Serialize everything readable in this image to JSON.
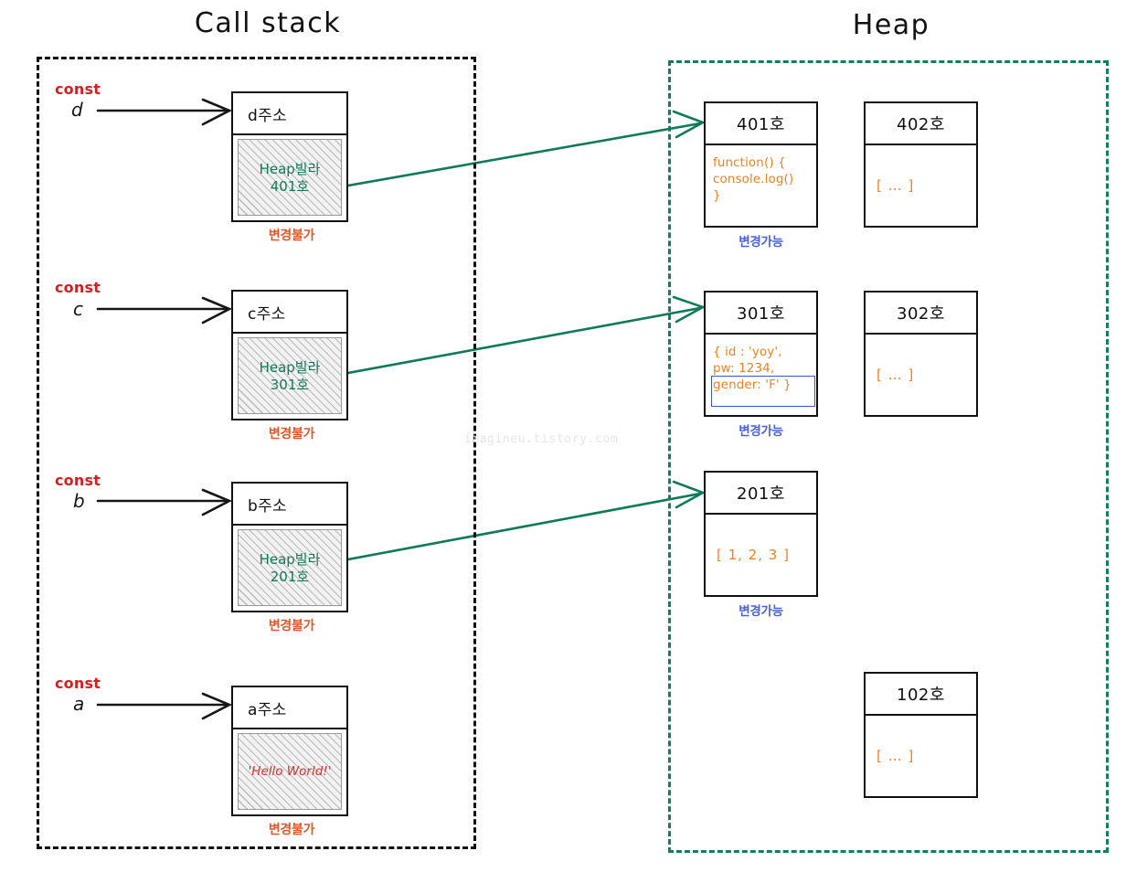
{
  "regions": {
    "callstack": {
      "title": "Call stack",
      "border_color": "#111111"
    },
    "heap": {
      "title": "Heap",
      "border_color": "#1a7a5e"
    }
  },
  "colors": {
    "const_red": "#d32020",
    "immutable_orange": "#e2562a",
    "mutable_blue": "#4961de",
    "heap_green": "#11795b",
    "content_orange": "#ef8024",
    "string_red": "#d33030",
    "highlight_blue": "#3b53e0"
  },
  "stack_frames": [
    {
      "const_label": "const",
      "var_name": "d",
      "head_label": "d주소",
      "body_line1": "Heap빌라",
      "body_line2": "401호",
      "body_style": "green",
      "note": "변경불가"
    },
    {
      "const_label": "const",
      "var_name": "c",
      "head_label": "c주소",
      "body_line1": "Heap빌라",
      "body_line2": "301호",
      "body_style": "green",
      "note": "변경불가"
    },
    {
      "const_label": "const",
      "var_name": "b",
      "head_label": "b주소",
      "body_line1": "Heap빌라",
      "body_line2": "201호",
      "body_style": "green",
      "note": "변경불가"
    },
    {
      "const_label": "const",
      "var_name": "a",
      "head_label": "a주소",
      "body_line1": "'Hello World!'",
      "body_line2": "",
      "body_style": "red",
      "note": "변경불가"
    }
  ],
  "heap_boxes": [
    {
      "head_label": "401호",
      "content": "function() {\n  console.log()\n}",
      "note": "변경가능",
      "highlight": false
    },
    {
      "head_label": "402호",
      "content": "[ … ]",
      "note": "",
      "highlight": false
    },
    {
      "head_label": "301호",
      "content": "{ id : 'yoy',\npw: 1234,\ngender: 'F' }",
      "note": "변경가능",
      "highlight": true
    },
    {
      "head_label": "302호",
      "content": "[ … ]",
      "note": "",
      "highlight": false
    },
    {
      "head_label": "201호",
      "content": "[ 1, 2, 3 ]",
      "note": "변경가능",
      "highlight": false
    },
    {
      "head_label": "102호",
      "content": "[ … ]",
      "note": "",
      "highlight": false
    }
  ],
  "watermark": "imagineu.tistory.com"
}
